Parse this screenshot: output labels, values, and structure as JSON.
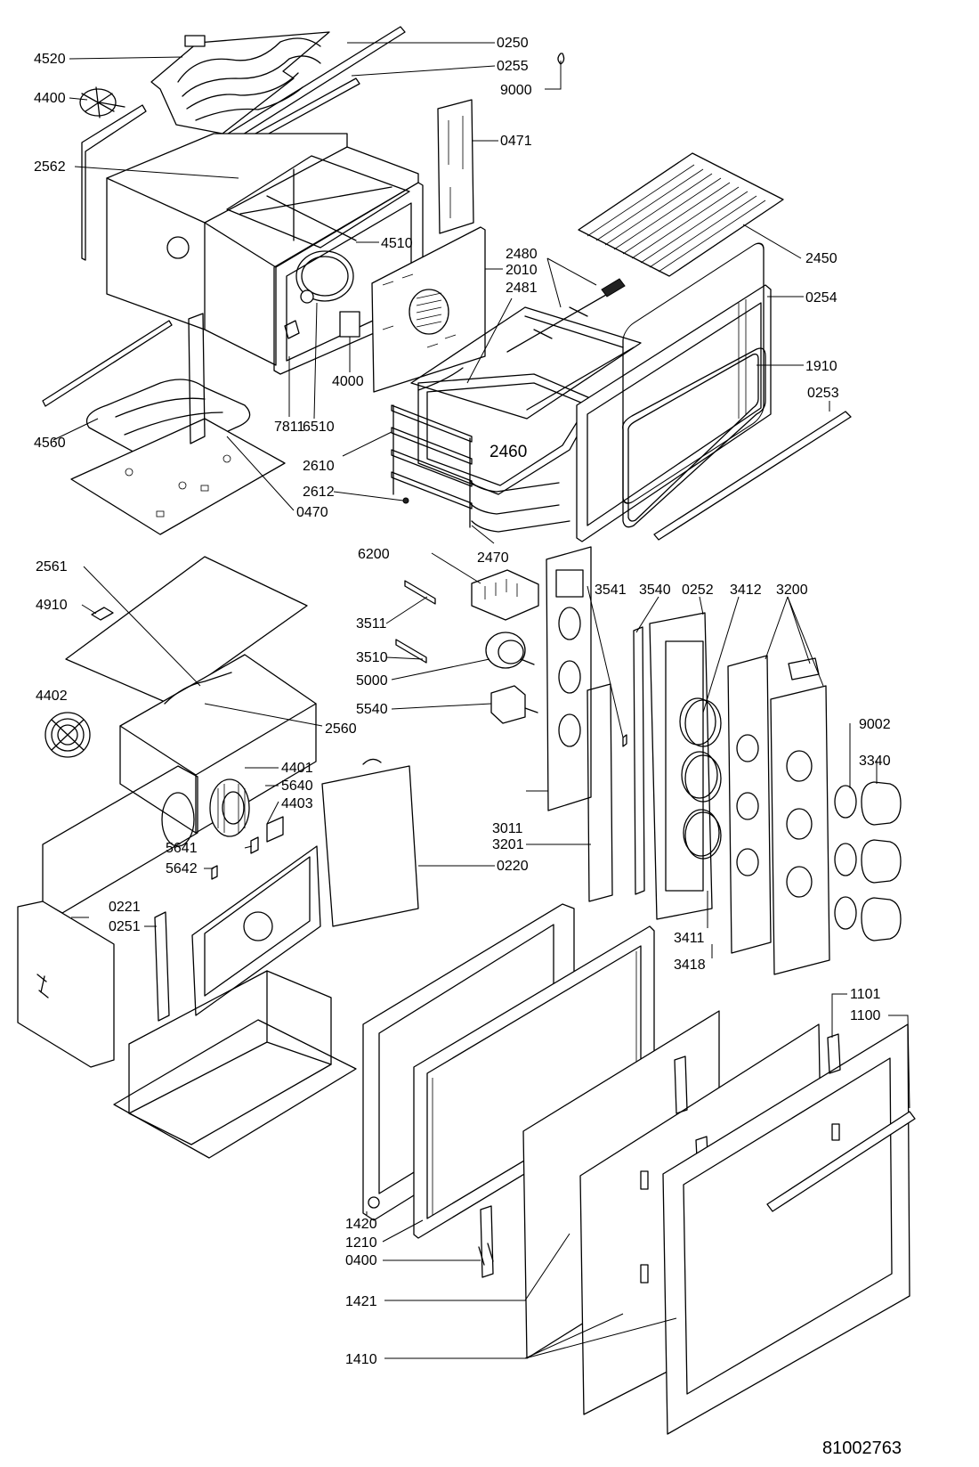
{
  "labels": {
    "p4520": "4520",
    "p0250": "0250",
    "p0255": "0255",
    "p9000": "9000",
    "p4400": "4400",
    "p0471": "0471",
    "p2562": "2562",
    "p4510": "4510",
    "p2480": "2480",
    "p2010": "2010",
    "p2481": "2481",
    "p2450": "2450",
    "p0254": "0254",
    "p1910": "1910",
    "p4000": "4000",
    "p0253": "0253",
    "p7811": "7811",
    "p4560": "4560",
    "p6510": "6510",
    "p2610": "2610",
    "p2460": "2460",
    "p2612": "2612",
    "p0470": "0470",
    "p2470": "2470",
    "p6200": "6200",
    "p2561": "2561",
    "p3541": "3541",
    "p3540": "3540",
    "p0252": "0252",
    "p3412": "3412",
    "p3200": "3200",
    "p4910": "4910",
    "p3511": "3511",
    "p3510": "3510",
    "p5000": "5000",
    "p4402": "4402",
    "p5540": "5540",
    "p2560": "2560",
    "p9002": "9002",
    "p3340": "3340",
    "p4401": "4401",
    "p5640": "5640",
    "p4403": "4403",
    "p3011": "3011",
    "p3201": "3201",
    "p5641": "5641",
    "p5642": "5642",
    "p0220": "0220",
    "p0221": "0221",
    "p0251": "0251",
    "p3411": "3411",
    "p3418": "3418",
    "p1101": "1101",
    "p1100": "1100",
    "p1420": "1420",
    "p1210": "1210",
    "p0400": "0400",
    "p1421": "1421",
    "p1410": "1410"
  },
  "document_number": "81002763"
}
